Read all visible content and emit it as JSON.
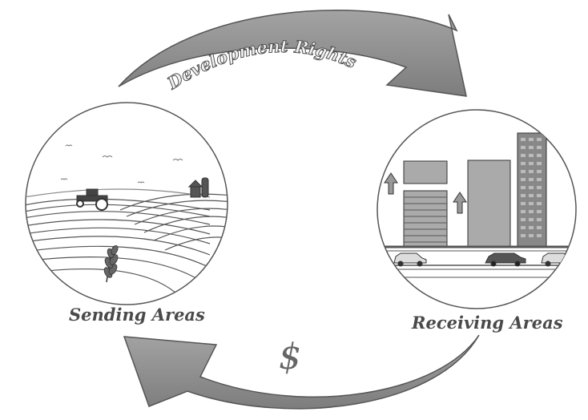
{
  "labels": {
    "top_arrow": "Development Rights",
    "bottom_arrow": "$",
    "left_circle": "Sending Areas",
    "right_circle": "Receiving Areas"
  },
  "colors": {
    "arrow_fill": "#8c8c8c",
    "arrow_stroke": "#555555",
    "text": "#4a4a4a"
  },
  "icons": {
    "sending_scene": [
      "bird-icon",
      "tractor-icon",
      "barn-icon",
      "wheat-icon",
      "field-furrows"
    ],
    "receiving_scene": [
      "building-icon",
      "up-arrow-icon",
      "car-icon",
      "road"
    ]
  }
}
